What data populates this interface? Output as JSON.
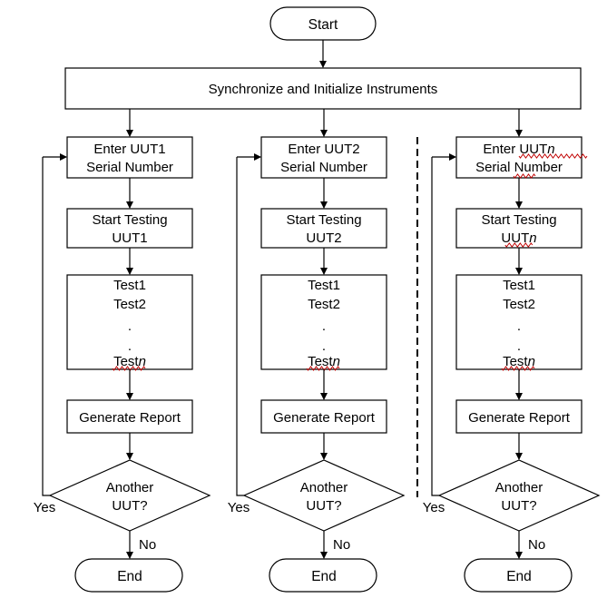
{
  "start_label": "Start",
  "sync_label": "Synchronize and Initialize Instruments",
  "columns": [
    {
      "enter_line1": "Enter UUT1",
      "enter_line2": "Serial Number",
      "start_line1": "Start Testing",
      "start_line2": "UUT1",
      "tests": [
        "Test1",
        "Test2",
        ".",
        ".",
        "Testn"
      ],
      "report_label": "Generate Report",
      "decision_line1": "Another",
      "decision_line2": "UUT?",
      "yes_label": "Yes",
      "no_label": "No",
      "end_label": "End"
    },
    {
      "enter_line1": "Enter UUT2",
      "enter_line2": "Serial Number",
      "start_line1": "Start Testing",
      "start_line2": "UUT2",
      "tests": [
        "Test1",
        "Test2",
        ".",
        ".",
        "Testn"
      ],
      "report_label": "Generate Report",
      "decision_line1": "Another",
      "decision_line2": "UUT?",
      "yes_label": "Yes",
      "no_label": "No",
      "end_label": "End"
    },
    {
      "enter_line1": "Enter UUTn",
      "enter_line2": "Serial Number",
      "start_line1": "Start Testing",
      "start_line2": "UUTn",
      "tests": [
        "Test1",
        "Test2",
        ".",
        ".",
        "Testn"
      ],
      "report_label": "Generate Report",
      "decision_line1": "Another",
      "decision_line2": "UUT?",
      "yes_label": "Yes",
      "no_label": "No",
      "end_label": "End"
    }
  ],
  "colors": {
    "stroke": "#000000",
    "spellcheck_underline": "#c00000"
  }
}
